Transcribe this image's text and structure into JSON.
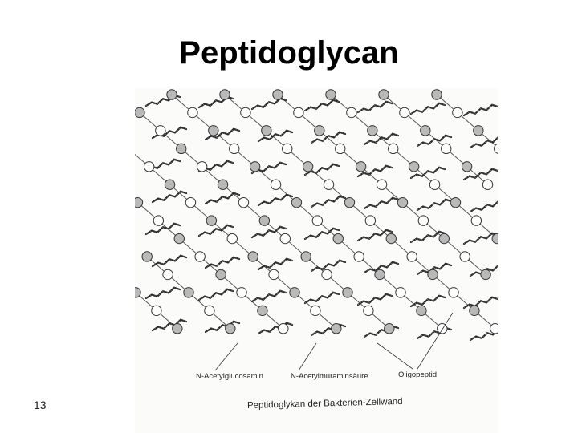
{
  "slide": {
    "title": "Peptidoglycan",
    "number": "13"
  },
  "figure": {
    "labels": {
      "nag": "N-Acetylglucosamin",
      "nam": "N-Acetylmuraminsäure",
      "peptide": "Oligopeptid"
    },
    "caption": "Peptidoglykan der Bakterien-Zellwand"
  }
}
